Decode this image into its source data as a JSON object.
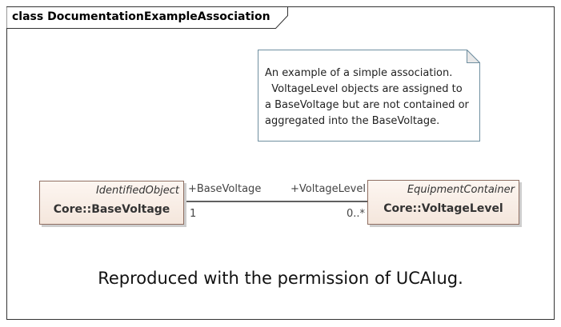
{
  "diagram": {
    "frame_title": "class DocumentationExampleAssociation",
    "note": "An example of a simple association.\n  VoltageLevel objects are assigned to a BaseVoltage but are not contained or aggregated into the BaseVoltage.",
    "classes": {
      "base_voltage": {
        "stereotype": "IdentifiedObject",
        "name": "Core::BaseVoltage"
      },
      "voltage_level": {
        "stereotype": "EquipmentContainer",
        "name": "Core::VoltageLevel"
      }
    },
    "association": {
      "left_role": "+BaseVoltage",
      "right_role": "+VoltageLevel",
      "left_multiplicity": "1",
      "right_multiplicity": "0..*"
    },
    "permission_text": "Reproduced with the permission of UCAIug."
  },
  "colors": {
    "class_fill_top": "#fdf6f1",
    "class_fill_bottom": "#f4e6dc",
    "class_border": "#8f6f62",
    "note_border": "#6f8fa0",
    "frame_border": "#333333"
  }
}
